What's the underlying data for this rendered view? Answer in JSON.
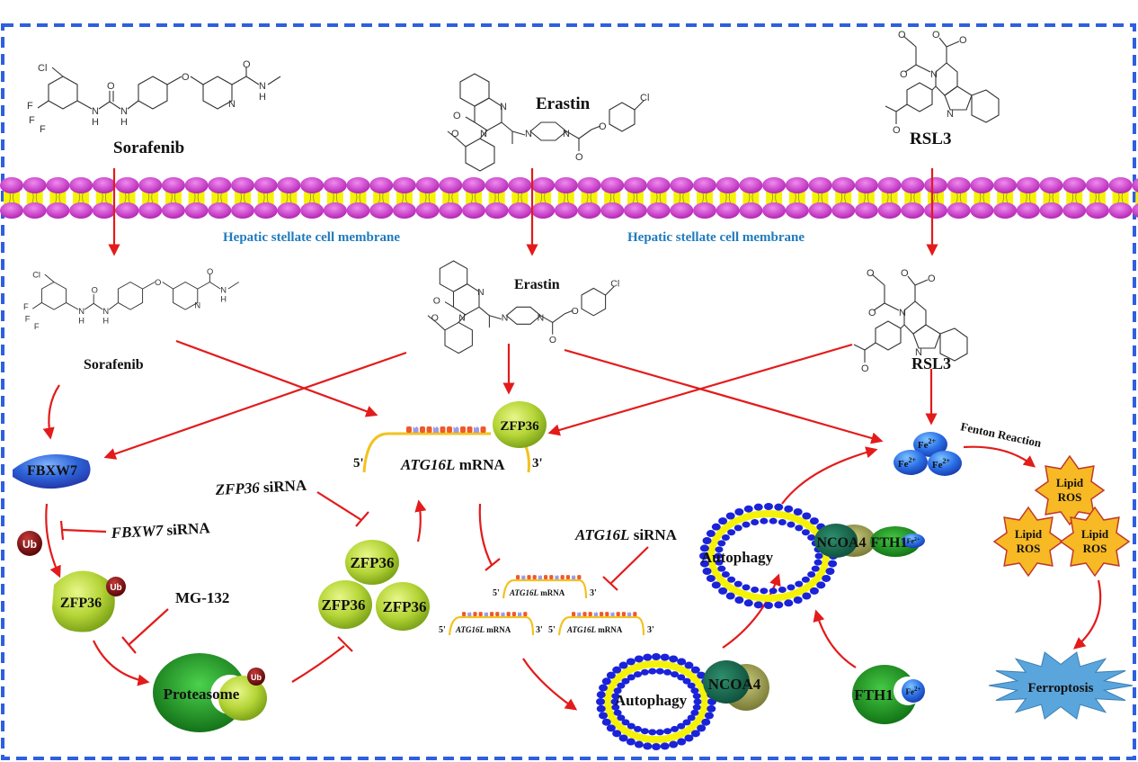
{
  "drugs": {
    "top": [
      {
        "name": "Sorafenib"
      },
      {
        "name": "Erastin"
      },
      {
        "name": "RSL3"
      }
    ],
    "inside": [
      {
        "name": "Sorafenib"
      },
      {
        "name": "Erastin"
      },
      {
        "name": "RSL3"
      }
    ]
  },
  "membrane": {
    "label_left": "Hepatic stellate cell membrane",
    "label_right": "Hepatic stellate cell membrane"
  },
  "proteins": {
    "fbxw7": "FBXW7",
    "zfp36": "ZFP36",
    "zfp36_ub": "ZFP36",
    "zfp36_cluster": [
      "ZFP36",
      "ZFP36",
      "ZFP36"
    ],
    "proteasome": "Proteasome",
    "ncoa4": "NCOA4",
    "fth1": "FTH1",
    "ub": "Ub"
  },
  "mrna": {
    "main_gene": "ATG16L",
    "main_suffix": " mRNA",
    "five_prime": "5'",
    "three_prime": "3'",
    "copies": [
      {
        "gene": "ATG16L",
        "suffix": " mRNA"
      },
      {
        "gene": "ATG16L",
        "suffix": " mRNA"
      },
      {
        "gene": "ATG16L",
        "suffix": " mRNA"
      }
    ]
  },
  "inhibitors": {
    "zfp36_sirna_gene": "ZFP36",
    "fbxw7_sirna_gene": "FBXW7",
    "atg16l_sirna_gene": "ATG16L",
    "sirna_suffix": " siRNA",
    "mg132": "MG-132"
  },
  "iron": {
    "label": "Fe",
    "charge": "2+"
  },
  "process": {
    "autophagy": "Autophagy",
    "fenton": "Fenton Reaction",
    "lipid_ros_line1": "Lipid",
    "lipid_ros_line2": "ROS",
    "ferroptosis": "Ferroptosis"
  },
  "colors": {
    "border": "#2f5fe0",
    "arrow": "#e31b1b",
    "membrane_head": "#d63bd6",
    "membrane_tail": "#f5f20a",
    "membrane_label": "#1f7bbf",
    "zfp36": "#b4d436",
    "fbxw7": "#2d63d8",
    "ub": "#7a0a0a",
    "proteasome": "#1f8a1f",
    "ros": "#f7b924",
    "ferroptosis": "#5aa5dc",
    "iron": "#2a6ee6"
  }
}
